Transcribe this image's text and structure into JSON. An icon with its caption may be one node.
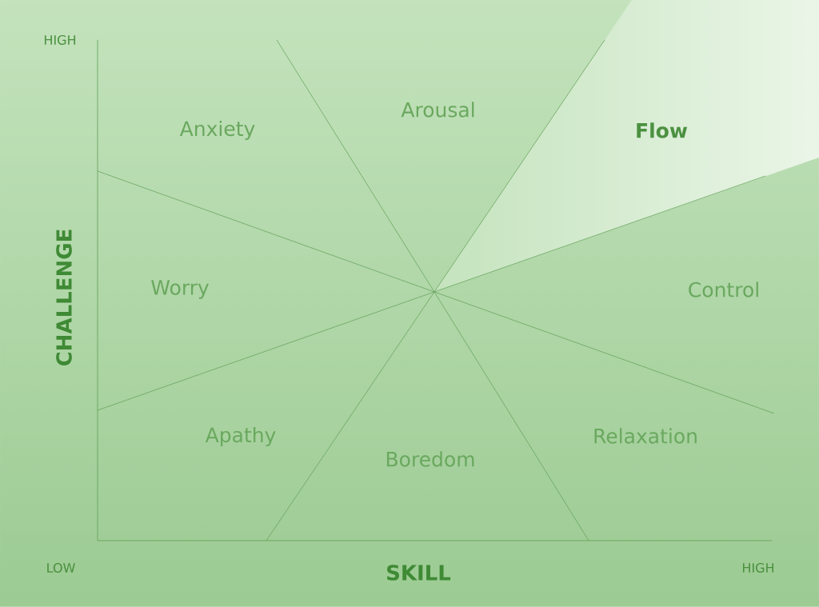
{
  "diagram": {
    "labels": [
      "HIGH",
      "Arousal",
      "Anxiety",
      "Flow",
      "CHALLENGE",
      "Worry",
      "Control",
      "Apathy",
      "Relaxation",
      "Boredom",
      "LOW",
      "SKILL",
      "HIGH"
    ]
  }
}
